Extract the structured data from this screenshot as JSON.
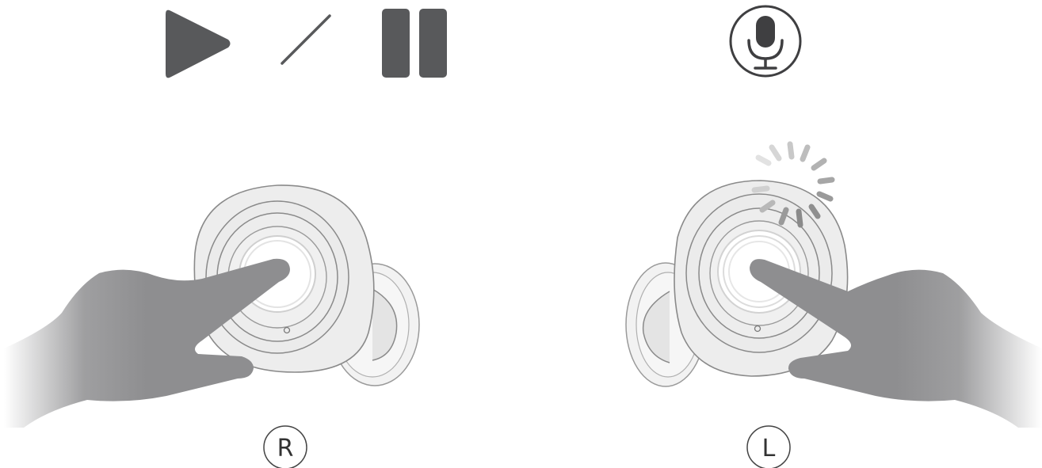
{
  "gestures": [
    {
      "id": "right",
      "action_icons": [
        "play-icon",
        "slash-separator",
        "pause-icon"
      ],
      "earbud": "right-earbud",
      "gesture": "tap",
      "side_label": "R"
    },
    {
      "id": "left",
      "action_icons": [
        "microphone-icon"
      ],
      "earbud": "left-earbud",
      "gesture": "press-and-hold",
      "side_label": "L"
    }
  ],
  "colors": {
    "icon_dark": "#58595b",
    "earbud_fill": "#ededed",
    "earbud_stroke": "#8a8a8a",
    "hand": "#8e8e90",
    "hold_indicator": "#9a9a9a",
    "label_text": "#333333"
  }
}
